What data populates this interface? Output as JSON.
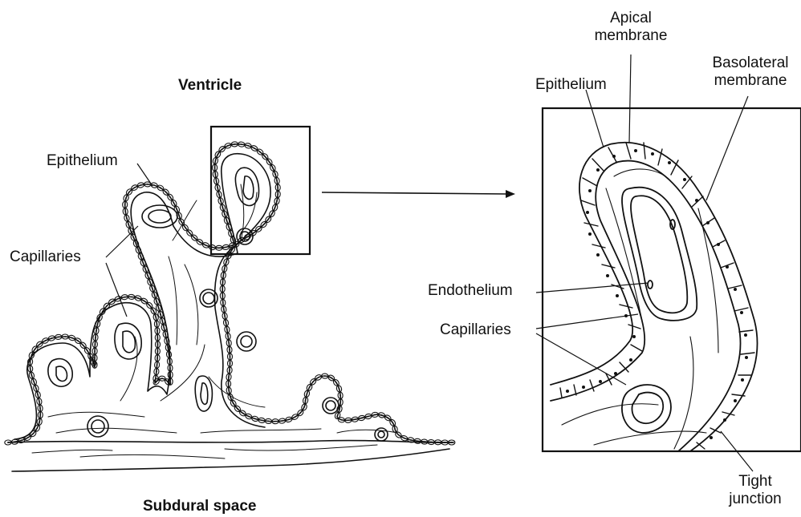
{
  "left_panel": {
    "ventricle_label": "Ventricle",
    "subdural_label": "Subdural space",
    "epithelium_label": "Epithelium",
    "capillaries_label": "Capillaries"
  },
  "right_panel": {
    "apical_label": [
      "Apical",
      "membrane"
    ],
    "basolateral_label": [
      "Basolateral",
      "membrane"
    ],
    "epithelium_label": "Epithelium",
    "endothelium_label": "Endothelium",
    "capillaries_label": "Capillaries",
    "tight_junction_label": [
      "Tight",
      "junction"
    ]
  }
}
